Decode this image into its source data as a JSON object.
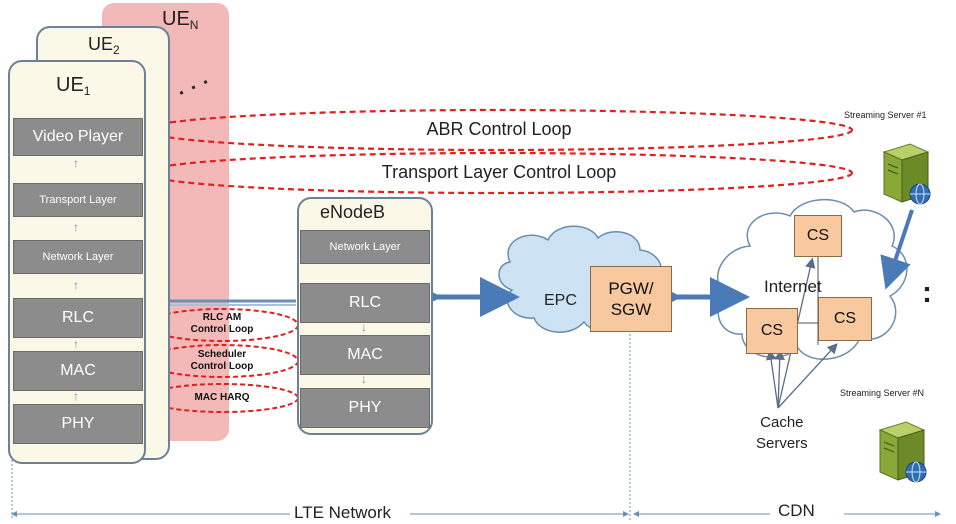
{
  "ue_n": {
    "title": "UE",
    "sub": "N"
  },
  "ue2": {
    "title": "UE",
    "sub": "2"
  },
  "ue1": {
    "title": "UE",
    "sub": "1"
  },
  "ellipsis_dots": ". . .",
  "ue_layers": [
    "Video Player",
    "Transport Layer",
    "Network Layer",
    "RLC",
    "MAC",
    "PHY"
  ],
  "enodeb": {
    "title": "eNodeB",
    "layers": [
      "Network Layer",
      "RLC",
      "MAC",
      "PHY"
    ]
  },
  "loops": {
    "abr": "ABR Control Loop",
    "transport": "Transport Layer Control Loop",
    "rlc_am": [
      "RLC AM",
      "Control Loop"
    ],
    "scheduler": [
      "Scheduler",
      "Control Loop"
    ],
    "mac_harq": "MAC HARQ"
  },
  "epc": {
    "label": "EPC",
    "pgw": [
      "PGW/",
      "SGW"
    ]
  },
  "internet": {
    "label": "Internet",
    "cs": "CS"
  },
  "cache_servers": [
    "Cache",
    "Servers"
  ],
  "streaming_server_1": "Streaming Server #1",
  "streaming_server_n": "Streaming Server #N",
  "vertical_dots": ":",
  "bottom": {
    "lte": "LTE Network",
    "cdn": "CDN"
  },
  "colors": {
    "layer": "#8c8c8c",
    "card": "#fbf8e7",
    "ue_n_bg": "#f3b8b8",
    "loop": "#e21f1f",
    "cs": "#f8c99f",
    "cloud": "#cde2f2",
    "arrow": "#4a7ab8"
  }
}
